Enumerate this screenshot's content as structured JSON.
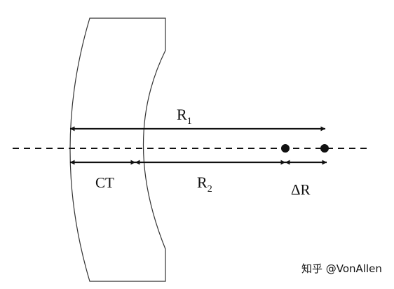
{
  "diagram": {
    "labels": {
      "r1": "R",
      "r1_sub": "1",
      "r2": "R",
      "r2_sub": "2",
      "ct": "CT",
      "delta_r": "ΔR"
    },
    "watermark": "知乎 @VonAllen",
    "colors": {
      "stroke": "#111111",
      "lens_outline": "#333333",
      "watermark": "#9a9a9a"
    }
  }
}
